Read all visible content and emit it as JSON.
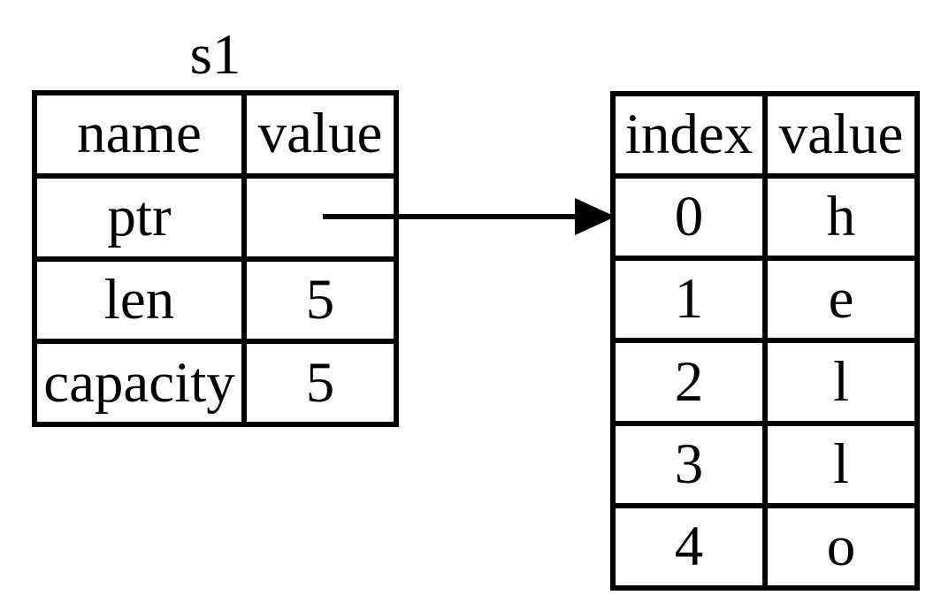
{
  "figure": {
    "title": "s1",
    "colors": {
      "line": "#000000",
      "background": "#ffffff"
    }
  },
  "stack_table": {
    "headers": [
      "name",
      "value"
    ],
    "rows": [
      {
        "name": "ptr",
        "value": ""
      },
      {
        "name": "len",
        "value": "5"
      },
      {
        "name": "capacity",
        "value": "5"
      }
    ]
  },
  "heap_table": {
    "headers": [
      "index",
      "value"
    ],
    "rows": [
      {
        "index": "0",
        "value": "h"
      },
      {
        "index": "1",
        "value": "e"
      },
      {
        "index": "2",
        "value": "l"
      },
      {
        "index": "3",
        "value": "l"
      },
      {
        "index": "4",
        "value": "o"
      }
    ]
  }
}
